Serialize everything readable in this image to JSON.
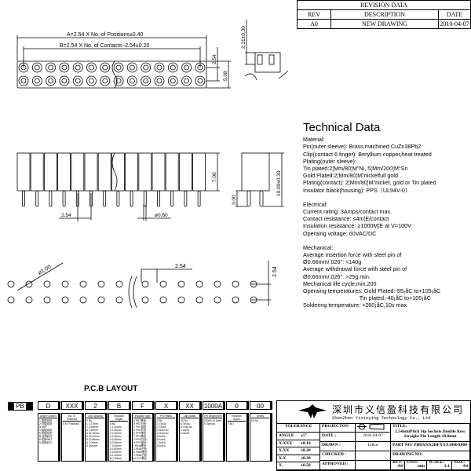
{
  "revision": {
    "title": "REVISION DATA",
    "headers": [
      "REV",
      "DESCRIPTION",
      "DATE"
    ],
    "rows": [
      [
        "A0",
        "NEW DRAWING",
        "2010-04-07"
      ]
    ]
  },
  "drawing": {
    "dim_a": "A=2.54 X No. of Positions±0.40",
    "dim_b": "B=2.54 X No. of Contacts−2.54±0.20",
    "dim_pitch_v": "2.54",
    "dim_width": "5.08",
    "dim_depth": "2.31±0.30",
    "dim_body": "7.00",
    "dim_total": "10.00±0.30",
    "dim_tail": "3.00",
    "dim_pitch_h": "2.54",
    "dim_pin_dia": "ø0.60",
    "pcb_hole": "ø1.00",
    "pcb_pitch_h": "2.54",
    "pcb_pitch_v": "2.54"
  },
  "tech": {
    "title": "Technical Data",
    "groups": [
      [
        "Material:",
        "Pin(outer sleeve): Brass,machined CuZn38Pb2",
        "Clip(contact 6 finger): Beryllium copper,heat treated",
        "Plating(outer sleeve):",
        "Tin plated:2¦Mm/80¦M\"Ni, 5¦Mm/200¦M\"Sn",
        "Gold Plated:2¦Mm/80¦M\"nickelfull gold",
        "Plating(contact): 2¦Mm/80¦M\"nickel, gold or Tin plated",
        "Insulator black(housing): PPS（UL94V-0）"
      ],
      [
        "Electrical:",
        "Current rating: 3Amps/contact max.",
        "Contact resistance: ≤4m¦E/contact",
        "Insulation resistance: ≥1000M¦E at V=100V",
        "Operaing voltage: 60VAC/DC"
      ],
      [
        "Mechanical:",
        "Average insertion force with steel pin of",
        "Ø0.66mm/.026\": <140g",
        "Average withdrawal force with steel pin of",
        "Ø0.66mm/.026\": >25g min.",
        "Mechanical life cycle:min.200",
        "Operaing temperatures: Gold Plated:-55¡ãC to+105¡ãC",
        "                                    Tin plated:-40¡ãC to+105¡ãC",
        "Soldering temperature: +260¡ãC,10s max"
      ]
    ]
  },
  "pcb_layout_title": "P.C.B  LAYOUT",
  "part_number": {
    "prefix": "PB",
    "fields": [
      {
        "value": "D",
        "header": "Angel Options",
        "items": [
          "1 直插双排",
          "2 弯插双排",
          "3 SMT",
          "4 直插双排",
          "5 弯插双排",
          "B 双排卧式",
          "8 双排SMT",
          "9 双排卧式"
        ]
      },
      {
        "value": "XXX",
        "header": "No. of Positions",
        "items": [
          "XXX Positions"
        ]
      },
      {
        "value": "2",
        "header": "Clip Spacing",
        "items": [
          "0  No",
          "1  1.27mm",
          "2  2.54mm",
          "3  7.62mm",
          "4  15.16mm",
          "6  15.24mm",
          "9  22.86mm",
          "A  2.00mm",
          "S  Special"
        ]
      },
      {
        "value": "B",
        "header": "Insulator Height",
        "items": [
          "0 No",
          "1 1.00mm",
          "2 1.50mm",
          "3 2.00mm",
          "4 2.50mm",
          "5 3.00mm",
          "6 3.50mm",
          "7 4.00mm",
          "8 4.50mm",
          "9 5.00mm",
          "A 1.20mm",
          "B 1.60mm",
          "S Special"
        ]
      },
      {
        "value": "F",
        "header": "Insulator type",
        "items": [
          "A PBT黑色",
          "B PBT白色",
          "C PBT蓝色",
          "D PBT红色",
          "E PPS黑色",
          "F PPS黑色",
          "G PPS白色",
          "H PPS蓝色",
          "I PA46黑色",
          "J PA46白色",
          "K PA66黑色",
          "L PA66白色",
          "M LCP黑色"
        ]
      },
      {
        "value": "X",
        "header": "Pin Plated",
        "items": [
          "0 No",
          "1 Tin/Au",
          "2 Tin/Ni",
          "3 Gold Au",
          "4 Gold Au",
          "5 Au/Ni",
          "6 Au/Ni",
          "7 Au/Ni",
          "8 Au/Ni"
        ]
      },
      {
        "value": "XX",
        "header": "Clip plated",
        "items": [
          "00 No",
          "A Tin/Au",
          "B Gold Au",
          "C Au/Ni",
          "D Au/Ni"
        ]
      },
      {
        "value": "1000A",
        "header": "Pin length(mm)",
        "items": [
          "1000A 10.0mm",
          "S  Special"
        ]
      },
      {
        "value": "0",
        "header": "Insulator Option",
        "items": [
          "0    NO"
        ]
      },
      {
        "value": "00",
        "header": "Series",
        "items": [
          "00  No"
        ]
      }
    ]
  },
  "title_block": {
    "company_cn": "深圳市义信盈科技有限公司",
    "company_en": "ShenZhen Yixinying Technology Co., Ltd",
    "tolerance_label": "TOLERANCE",
    "tolerances": [
      [
        "ANGLE",
        "±5°"
      ],
      [
        "X.XXX",
        "±0.10"
      ],
      [
        "X.XX",
        "±0.20"
      ],
      [
        "X.X",
        "±0.30"
      ],
      [
        "X.",
        "±0.50"
      ]
    ],
    "projection_label": "PROJECTON",
    "date_label": "DATE :",
    "date": "2010-04-07",
    "drawn_label": "DRAWN :",
    "drawn": "LiKui",
    "checked_label": "CHECKED :",
    "approved_label": "APPROVED :",
    "title_label": "TITLE:",
    "title_line1": "2.54mmPitch Sip Sockets Double Row",
    "title_line2": "Straight Pin Length 10.0mm",
    "part_no_label": "PART NO:",
    "part_no": "PBDXXX2BFXXX1000A000",
    "drawing_no_label": "DRAWING NO:",
    "rev_label": "REV:",
    "rev": "A0",
    "unit_label": "UNIT:",
    "unit": "mm",
    "scale_label": "SCALE:",
    "scale": "3:1",
    "size_label": "SIZE:",
    "size": "A4"
  }
}
